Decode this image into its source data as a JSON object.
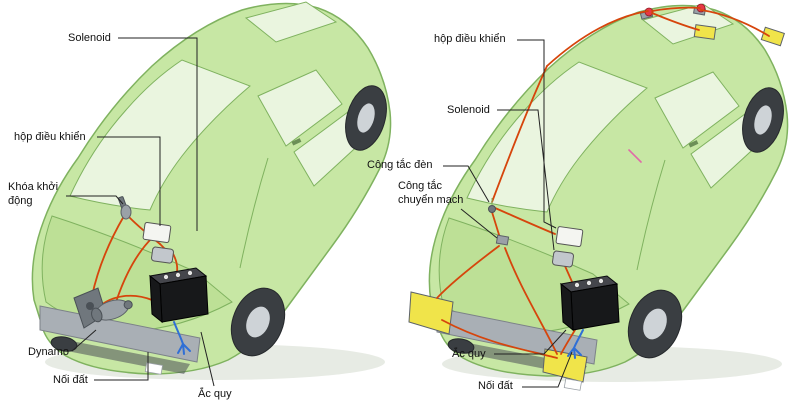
{
  "colors": {
    "body": "#c7e7a4",
    "body_shade": "#bde096",
    "window": "#eaf5df",
    "outline": "#7fb25f",
    "wire": "#d6450c",
    "ground_wire": "#2f6fd6",
    "battery": "#17181a",
    "bumper": "#a9afb5",
    "wheel": "#3a3e42",
    "headlight": "#f0e44a",
    "label": "#111111"
  },
  "left": {
    "labels": {
      "solenoid": "Solenoid",
      "control_box": "hộp điều khiển",
      "ignition_switch": "Khóa khởi động",
      "dynamo": "Dynamo",
      "ground": "Nối đất",
      "battery": "Ắc quy"
    }
  },
  "right": {
    "labels": {
      "control_box": "hộp điều khiển",
      "solenoid": "Solenoid",
      "light_switch": "Công tắc đèn",
      "changeover_switch": "Công tắc chuyển mạch",
      "battery": "Ắc quy",
      "ground": "Nối đất"
    }
  }
}
